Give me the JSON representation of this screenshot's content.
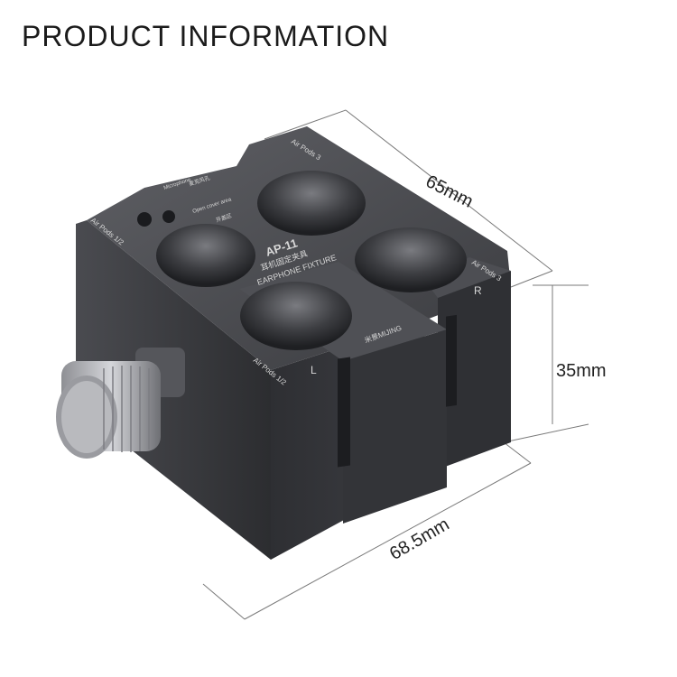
{
  "heading": "PRODUCT INFORMATION",
  "dimensions": {
    "width": "65mm",
    "height": "35mm",
    "length": "68.5mm"
  },
  "product_labels": {
    "model": "AP-11",
    "name_cn": "耳机固定夹具",
    "name_en": "EARPHONE FIXTURE",
    "brand": "米景MIJING",
    "airpods_12_left": "Air Pods 1/2",
    "airpods_12_front": "Air Pods 1/2",
    "airpods_3_top": "Air Pods 3",
    "airpods_3_right": "Air Pods 3",
    "mark_left": "L",
    "mark_right": "R",
    "microphone": "Microphone",
    "microphone_cn": "麦克风孔",
    "open_cover": "Open cover area",
    "open_cover_cn": "开盖区"
  },
  "colors": {
    "body": "#3b3c40",
    "body_dark": "#26272a",
    "body_light": "#5a5b60",
    "lines": "#555555"
  }
}
